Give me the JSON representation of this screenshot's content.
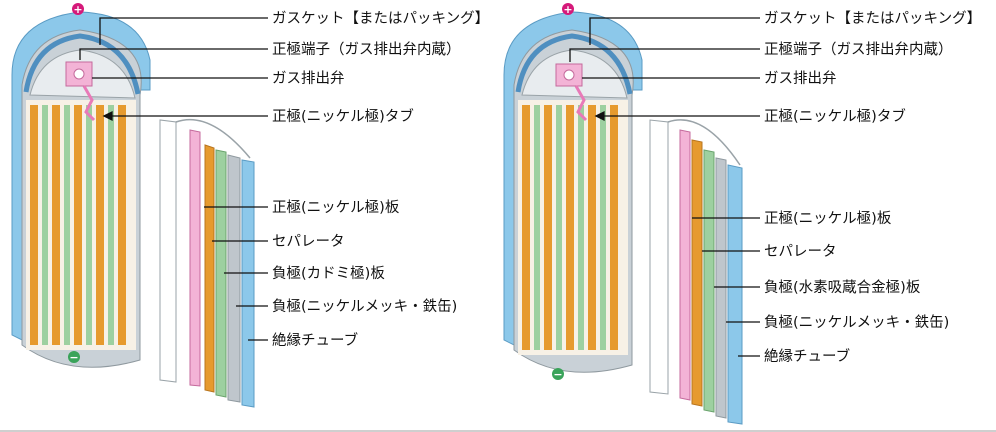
{
  "left": {
    "labels": [
      "ガスケット【またはパッキング】",
      "正極端子（ガス排出弁内蔵）",
      "ガス排出弁",
      "正極(ニッケル極)タブ",
      "正極(ニッケル極)板",
      "セパレータ",
      "負極(カドミ極)板",
      "負極(ニッケルメッキ・鉄缶)",
      "絶縁チューブ"
    ],
    "plus_symbol": "+",
    "minus_symbol": "−"
  },
  "right": {
    "labels": [
      "ガスケット【またはパッキング】",
      "正極端子（ガス排出弁内蔵）",
      "ガス排出弁",
      "正極(ニッケル極)タブ",
      "正極(ニッケル極)板",
      "セパレータ",
      "負極(水素吸蔵合金極)板",
      "負極(ニッケルメッキ・鉄缶)",
      "絶縁チューブ"
    ],
    "plus_symbol": "+",
    "minus_symbol": "−"
  },
  "colors": {
    "tube": "#8cc8ea",
    "can": "#bfc6cc",
    "positive_plate": "#e69a2e",
    "separator": "#f2f2f2",
    "negative_plate": "#9dd0a0",
    "pink": "#f3b3d6",
    "plus_terminal": "#d5197a",
    "minus_terminal": "#3aa35a"
  }
}
